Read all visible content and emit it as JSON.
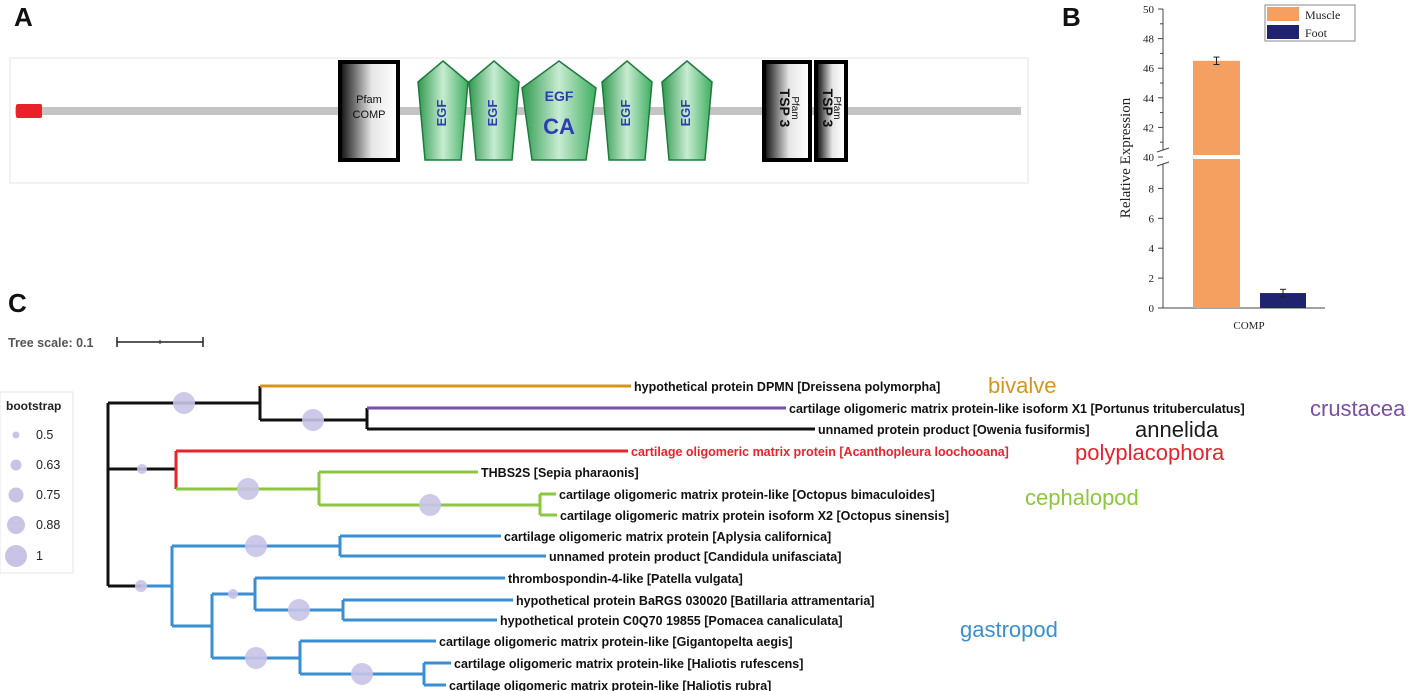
{
  "panels": {
    "a": "A",
    "b": "B",
    "c": "C"
  },
  "domain_diagram": {
    "domains": [
      {
        "line1": "Pfam",
        "line2": "COMP"
      },
      {
        "line1": "EGF"
      },
      {
        "line1": "EGF"
      },
      {
        "line1": "EGF",
        "line2": "CA"
      },
      {
        "line1": "EGF"
      },
      {
        "line1": "EGF"
      },
      {
        "line1": "TSP 3",
        "line2": "Pfam"
      },
      {
        "line1": "TSP 3",
        "line2": "Pfam"
      }
    ],
    "colors": {
      "signal": "#e8222a",
      "egf": "#3daa5e",
      "egf_text": "#2b3fb0",
      "backbone": "#c4c4c4"
    }
  },
  "chart_data": {
    "type": "bar",
    "categories": [
      "COMP"
    ],
    "series": [
      {
        "name": "Muscle",
        "values": [
          46.5
        ],
        "error": [
          0.15
        ],
        "color": "#f5a060"
      },
      {
        "name": "Foot",
        "values": [
          1.0
        ],
        "error": [
          0.15
        ],
        "color": "#1f2370"
      }
    ],
    "ylabel": "Relative Expression",
    "xlabel": "",
    "y_axis_break": [
      9.5,
      40
    ],
    "ylim": [
      0,
      50
    ],
    "lower_ticks": [
      "0",
      "2",
      "4",
      "6",
      "8"
    ],
    "upper_ticks": [
      "40",
      "42",
      "44",
      "46",
      "48",
      "50"
    ],
    "legend": "top-right"
  },
  "tree": {
    "scale_label": "Tree scale: 0.1",
    "legend_title": "bootstrap",
    "legend_values": [
      "0.5",
      "0.63",
      "0.75",
      "0.88",
      "1"
    ],
    "leaves": [
      "hypothetical protein DPMN [Dreissena polymorpha]",
      "cartilage oligomeric matrix protein-like isoform X1 [Portunus trituberculatus]",
      "unnamed protein product [Owenia fusiformis]",
      "cartilage oligomeric matrix protein [Acanthopleura loochooana]",
      "THBS2S [Sepia pharaonis]",
      "cartilage oligomeric matrix protein-like [Octopus bimaculoides]",
      "cartilage oligomeric matrix protein isoform X2 [Octopus sinensis]",
      "cartilage oligomeric matrix protein [Aplysia californica]",
      "unnamed protein product [Candidula unifasciata]",
      "thrombospondin-4-like [Patella vulgata]",
      "hypothetical protein BaRGS 030020 [Batillaria attramentaria]",
      "hypothetical protein C0Q70 19855 [Pomacea canaliculata]",
      "cartilage oligomeric matrix protein-like [Gigantopelta aegis]",
      "cartilage oligomeric matrix protein-like [Haliotis rufescens]",
      "cartilage oligomeric matrix protein-like [Haliotis rubra]"
    ],
    "groups": [
      {
        "label": "bivalve",
        "color": "#d4951f"
      },
      {
        "label": "crustacea",
        "color": "#7a4fa5"
      },
      {
        "label": "annelida",
        "color": "#1a1a1a"
      },
      {
        "label": "polyplacophora",
        "color": "#e8242a"
      },
      {
        "label": "cephalopod",
        "color": "#8dc63f"
      },
      {
        "label": "gastropod",
        "color": "#3a8fd2"
      }
    ],
    "node_color": "#c8c4e6"
  }
}
